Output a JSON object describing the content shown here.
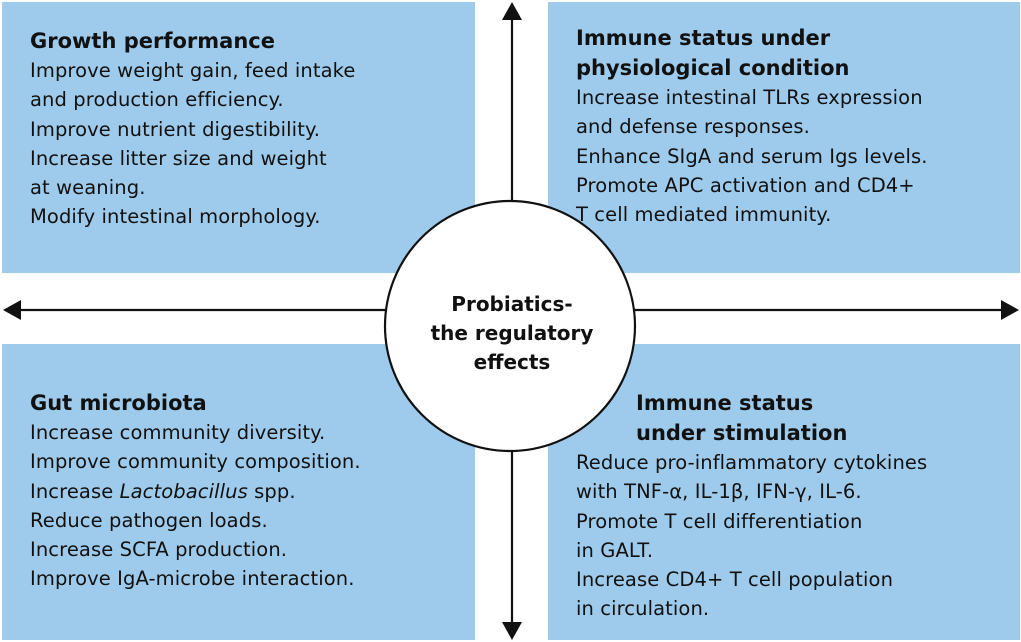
{
  "center": {
    "label": "Probiatics-\nthe regulatory\neffects"
  },
  "quadrants": [
    {
      "id": "growth",
      "title": "Growth performance",
      "lines": [
        "Improve weight gain, feed intake\nand production efficiency.",
        "Improve nutrient digestibility.",
        "Increase litter size and weight\nat weaning.",
        "Modify intestinal morphology."
      ]
    },
    {
      "id": "immune-physiological",
      "title": "Immune status under\nphysiological condition",
      "lines": [
        "Increase intestinal TLRs expression\nand defense responses.",
        "Enhance SIgA and serum Igs levels.",
        "Promote APC activation and CD4+\nT cell mediated immunity."
      ]
    },
    {
      "id": "gut-microbiota",
      "title": "Gut microbiota",
      "lines": [
        "Increase community diversity.",
        "Improve community composition.",
        "Increase Lactobacillus spp.",
        "Reduce pathogen loads.",
        "Increase SCFA production.",
        "Improve IgA-microbe interaction."
      ]
    },
    {
      "id": "immune-stimulation",
      "title": "Immune status\nunder stimulation",
      "lines": [
        "Reduce pro-inflammatory cytokines\nwith TNF-α, IL-1β, IFN-γ, IL-6.",
        "Promote T cell differentiation\nin GALT.",
        "Increase CD4+ T cell population\nin circulation."
      ]
    }
  ],
  "colors": {
    "panel": "#9ecbec",
    "line": "#111111",
    "circle_fill": "#ffffff"
  }
}
